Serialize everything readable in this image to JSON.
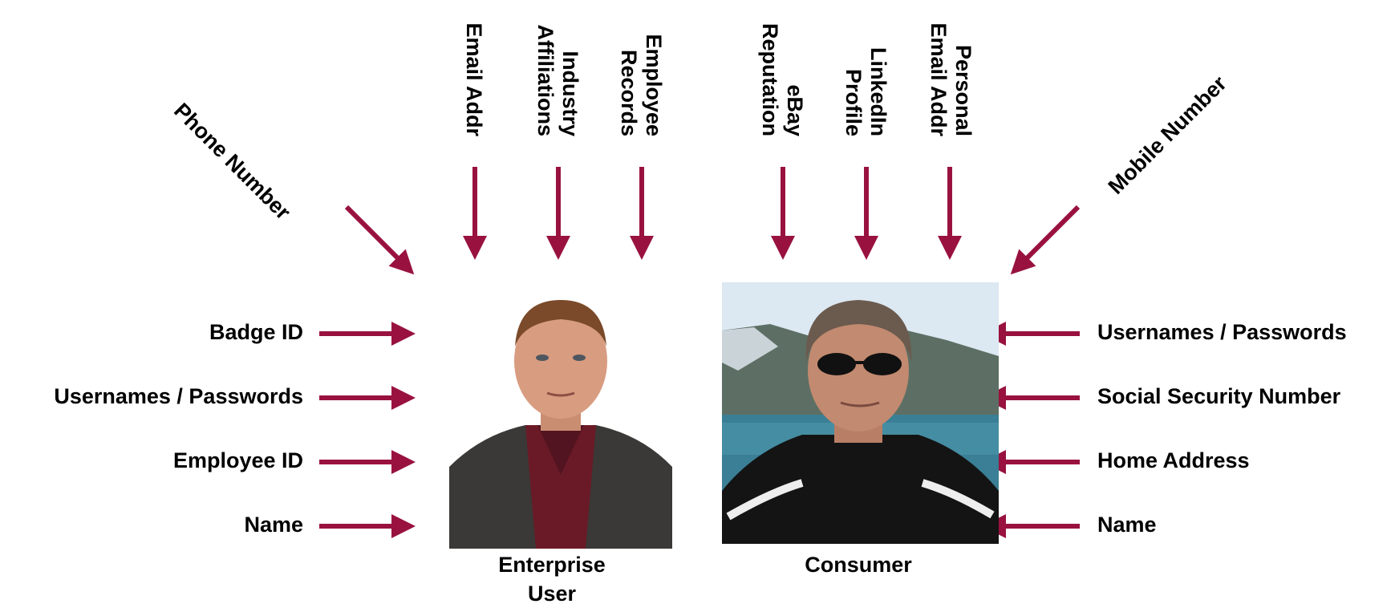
{
  "colors": {
    "arrow": "#99123f",
    "text": "#000000",
    "background": "#ffffff"
  },
  "enterprise": {
    "caption": "Enterprise\nUser",
    "photo_icon": "enterprise-user-photo",
    "top_labels": [
      {
        "id": "email-addr",
        "text": "Email Addr"
      },
      {
        "id": "industry-affiliations",
        "text": "Industry\nAffiliations"
      },
      {
        "id": "employee-records",
        "text": "Employee\nRecords"
      }
    ],
    "diagonal_label": "Phone Number",
    "side_labels": [
      {
        "id": "badge-id",
        "text": "Badge ID"
      },
      {
        "id": "usernames-passwords",
        "text": "Usernames / Passwords"
      },
      {
        "id": "employee-id",
        "text": "Employee ID"
      },
      {
        "id": "name",
        "text": "Name"
      }
    ]
  },
  "consumer": {
    "caption": "Consumer",
    "photo_icon": "consumer-photo",
    "top_labels": [
      {
        "id": "ebay-reputation",
        "text": "eBay\nReputation"
      },
      {
        "id": "linkedin-profile",
        "text": "LinkedIn\nProfile"
      },
      {
        "id": "personal-email-addr",
        "text": "Personal\nEmail Addr"
      }
    ],
    "diagonal_label": "Mobile Number",
    "side_labels": [
      {
        "id": "usernames-passwords",
        "text": "Usernames / Passwords"
      },
      {
        "id": "social-security-number",
        "text": "Social Security Number"
      },
      {
        "id": "home-address",
        "text": "Home Address"
      },
      {
        "id": "name",
        "text": "Name"
      }
    ]
  }
}
